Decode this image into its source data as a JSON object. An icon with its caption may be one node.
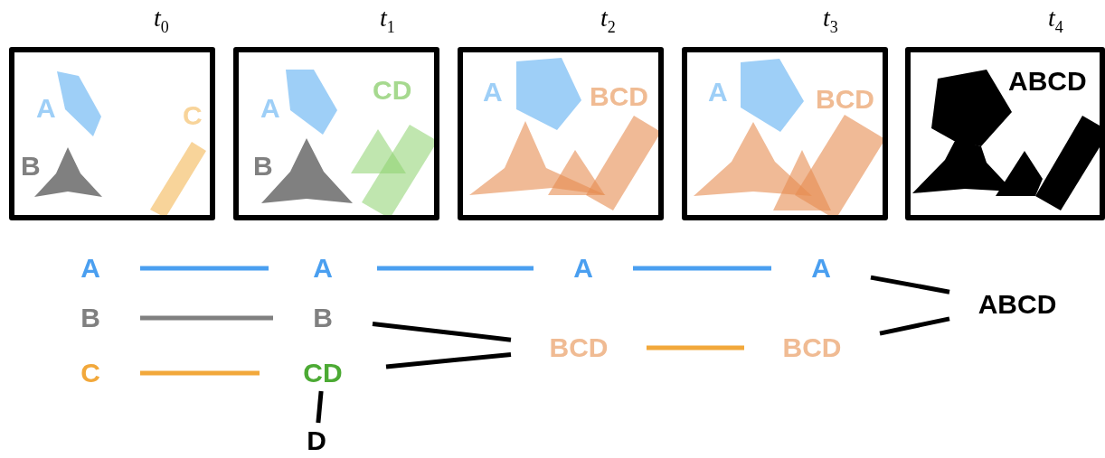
{
  "diagram": {
    "nodes": [
      {
        "text": [
          "t$_{0}$",
          "A",
          "C",
          "B"
        ]
      },
      {
        "text": [
          "t$_{1}$",
          "CD",
          "A",
          "B"
        ]
      },
      {
        "text": [
          "t$_{2}$",
          "A",
          "BCD"
        ]
      },
      {
        "text": [
          "t$_{3}$",
          "A",
          "BCD"
        ]
      },
      {
        "text": [
          "t$_{4}$",
          "ABCD"
        ]
      },
      {
        "text": [
          "A"
        ]
      },
      {
        "text": [
          "B"
        ]
      },
      {
        "text": [
          "C"
        ]
      },
      {
        "text": [
          "A"
        ]
      },
      {
        "text": [
          "B"
        ]
      },
      {
        "text": [
          "CD"
        ]
      },
      {
        "text": [
          "D"
        ]
      },
      {
        "text": [
          "A"
        ]
      },
      {
        "text": [
          "BCD"
        ]
      },
      {
        "text": [
          "A"
        ]
      },
      {
        "text": [
          "BCD"
        ]
      },
      {
        "text": [
          "ABCD"
        ]
      }
    ],
    "edges": [
      {
        "from": 5,
        "to": 8,
        "arrow": "none",
        "color": "#4a9ff0"
      },
      {
        "from": 6,
        "to": 9,
        "arrow": "none",
        "color": "#808080"
      },
      {
        "from": 7,
        "to": 10,
        "arrow": "none",
        "color": "#f2a83b"
      },
      {
        "from": 10,
        "to": 11,
        "arrow": "none"
      },
      {
        "from": 8,
        "to": 12,
        "arrow": "none",
        "color": "#4a9ff0"
      },
      {
        "from": 9,
        "to": 13,
        "arrow": "none"
      },
      {
        "from": 10,
        "to": 13,
        "arrow": "none"
      },
      {
        "from": 12,
        "to": 14,
        "arrow": "none",
        "color": "#4a9ff0"
      },
      {
        "from": 13,
        "to": 15,
        "arrow": "none",
        "color": "#f2a83b"
      },
      {
        "from": 14,
        "to": 16,
        "arrow": "none"
      },
      {
        "from": 15,
        "to": 16,
        "arrow": "none"
      }
    ]
  }
}
